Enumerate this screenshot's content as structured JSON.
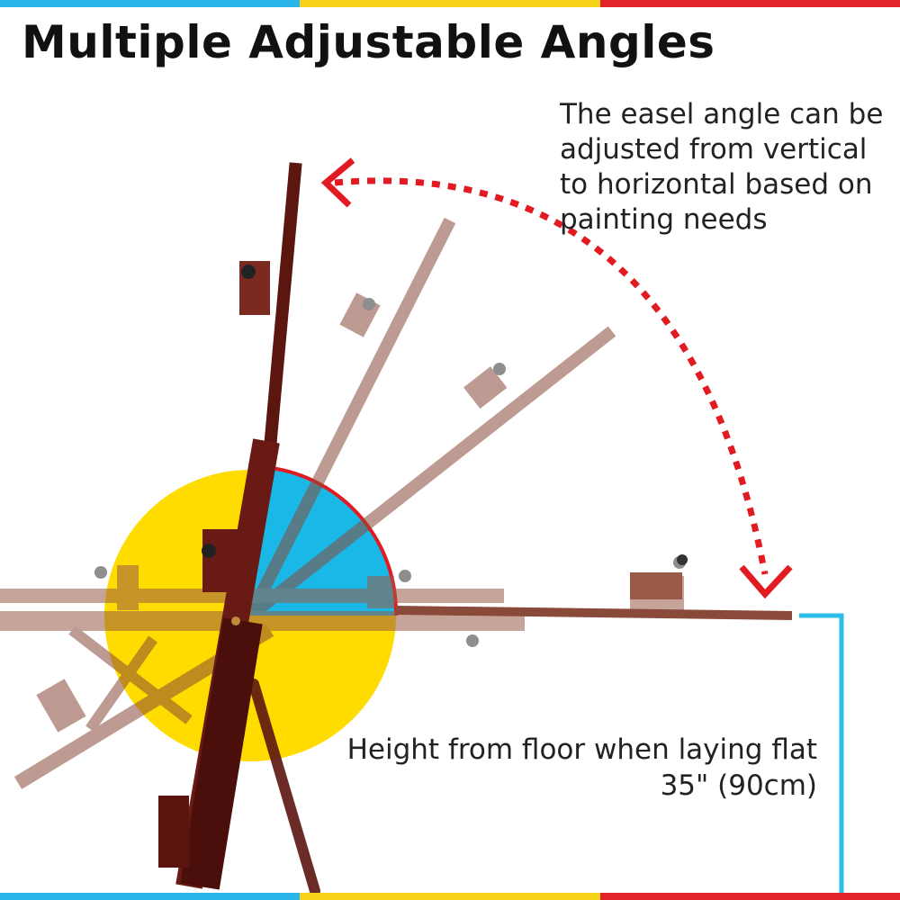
{
  "title": "Multiple Adjustable Angles",
  "angle_note": {
    "lines": [
      "The easel angle can be",
      "adjusted from vertical",
      "to horizontal based on",
      "painting needs"
    ]
  },
  "height_note": {
    "line1": "Height from floor when laying flat",
    "line2": "35\" (90cm)"
  },
  "colors": {
    "stripe": [
      "#29b6e8",
      "#f6d21a",
      "#e2232a"
    ],
    "wood": "#6a1a14",
    "wood_light": "#8a3d2c",
    "circle_yellow": "#ffdc00",
    "quadrant_blue": "#19b8e6",
    "arc_red": "#e21b23",
    "dotted_arrow": "#e21b23",
    "height_line": "#2bbce8"
  },
  "icons": [
    "angle-arrow-icon",
    "height-bracket-icon"
  ]
}
